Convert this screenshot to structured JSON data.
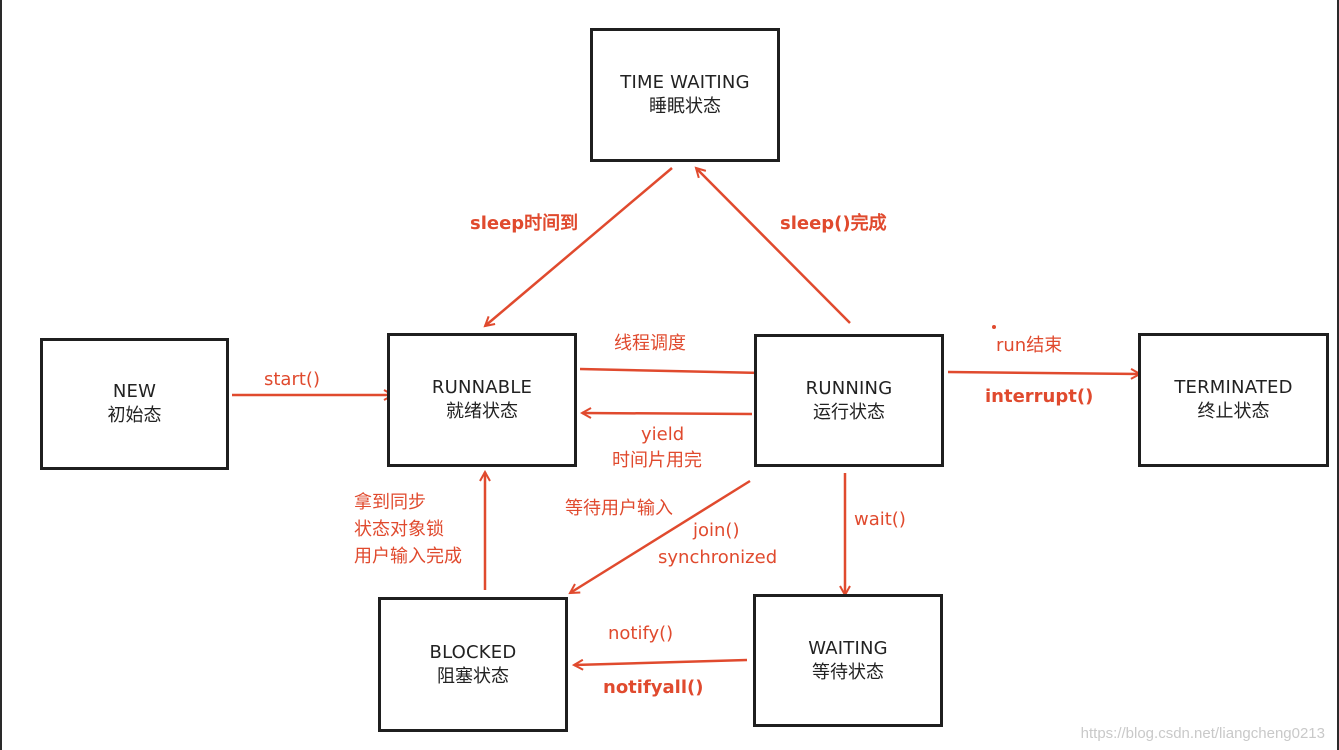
{
  "states": {
    "new": {
      "en": "NEW",
      "zh": "初始态"
    },
    "runnable": {
      "en": "RUNNABLE",
      "zh": "就绪状态"
    },
    "running": {
      "en": "RUNNING",
      "zh": "运行状态"
    },
    "terminated": {
      "en": "TERMINATED",
      "zh": "终止状态"
    },
    "time_waiting": {
      "en": "TIME WAITING",
      "zh": "睡眠状态"
    },
    "blocked": {
      "en": "BLOCKED",
      "zh": "阻塞状态"
    },
    "waiting": {
      "en": "WAITING",
      "zh": "等待状态"
    }
  },
  "transitions": {
    "start": "start()",
    "schedule": "线程调度",
    "yield": "yield",
    "timeslice": "时间片用完",
    "sleep_timeout": "sleep时间到",
    "sleep_done": "sleep()完成",
    "run_end": "run结束",
    "interrupt": "interrupt()",
    "got_lock_1": "拿到同步",
    "got_lock_2": "状态对象锁",
    "got_lock_3": "用户输入完成",
    "wait_input": "等待用户输入",
    "join": "join()",
    "synchronized": "synchronized",
    "wait": "wait()",
    "notify": "notify()",
    "notifyall": "notifyall()"
  },
  "colors": {
    "arrow": "#e04a2e",
    "box_border": "#1f1f1f",
    "text": "#222222"
  },
  "watermark": "https://blog.csdn.net/liangcheng0213"
}
